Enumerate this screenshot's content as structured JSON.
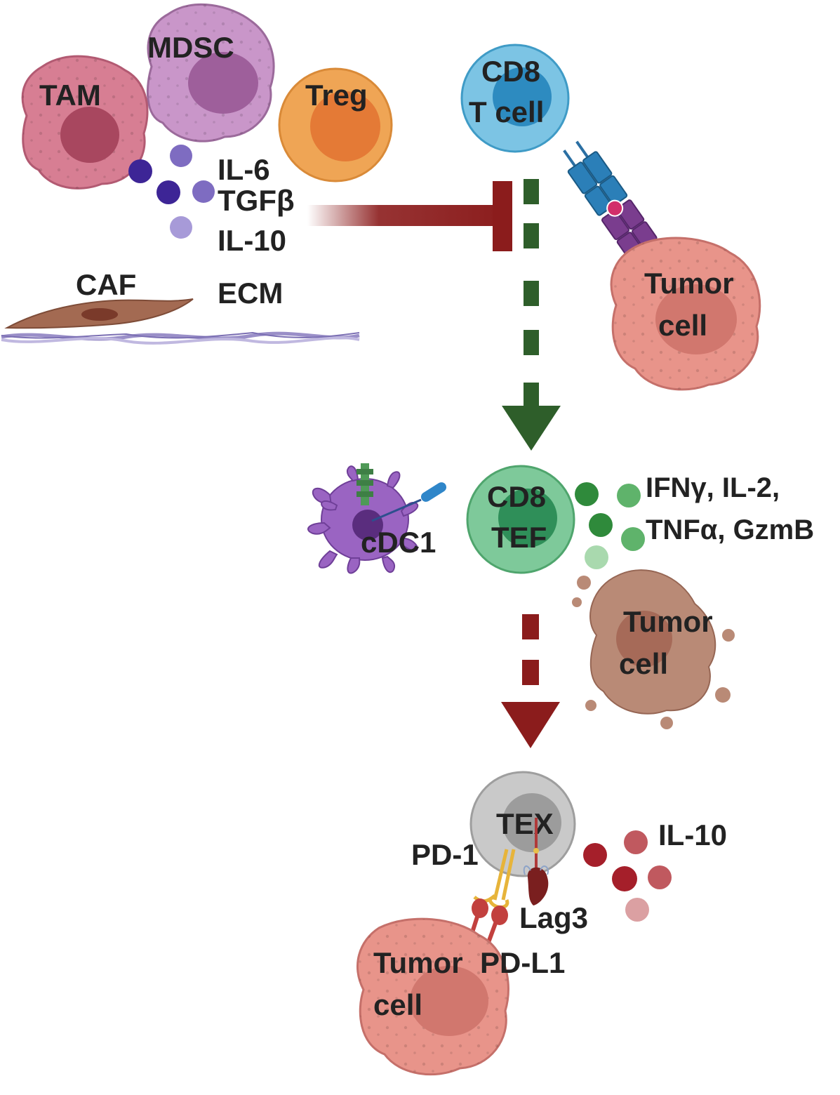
{
  "suppressors": {
    "tam": "TAM",
    "mdsc": "MDSC",
    "treg": "Treg",
    "caf": "CAF",
    "cytokines": [
      "IL-6",
      "TGFβ",
      "IL-10"
    ],
    "ecm": "ECM"
  },
  "cd8_t_cell": {
    "line1": "CD8",
    "line2": "T cell"
  },
  "tumor_top": {
    "line1": "Tumor",
    "line2": "cell"
  },
  "cdc1": "cDC1",
  "cd8_tef": {
    "line1": "CD8",
    "line2": "TEF"
  },
  "effector_cytokines": {
    "line1": "IFNγ, IL-2,",
    "line2": "TNFα, GzmB"
  },
  "tumor_mid": {
    "line1": "Tumor",
    "line2": "cell"
  },
  "tex": "TEX",
  "tex_cytokine": "IL-10",
  "receptors": {
    "pd1": "PD-1",
    "lag3": "Lag3",
    "pdl1": "PD-L1"
  },
  "tumor_bottom": {
    "line1": "Tumor",
    "line2": "cell"
  },
  "colors": {
    "green_arrow": "#2e5e2a",
    "red_arrow": "#8b1c1c",
    "cd8_blue": "#7cc4e4",
    "tef_green": "#5fb87a",
    "tex_grey": "#c9c9c9",
    "tumor_pink": "#e8948a"
  }
}
